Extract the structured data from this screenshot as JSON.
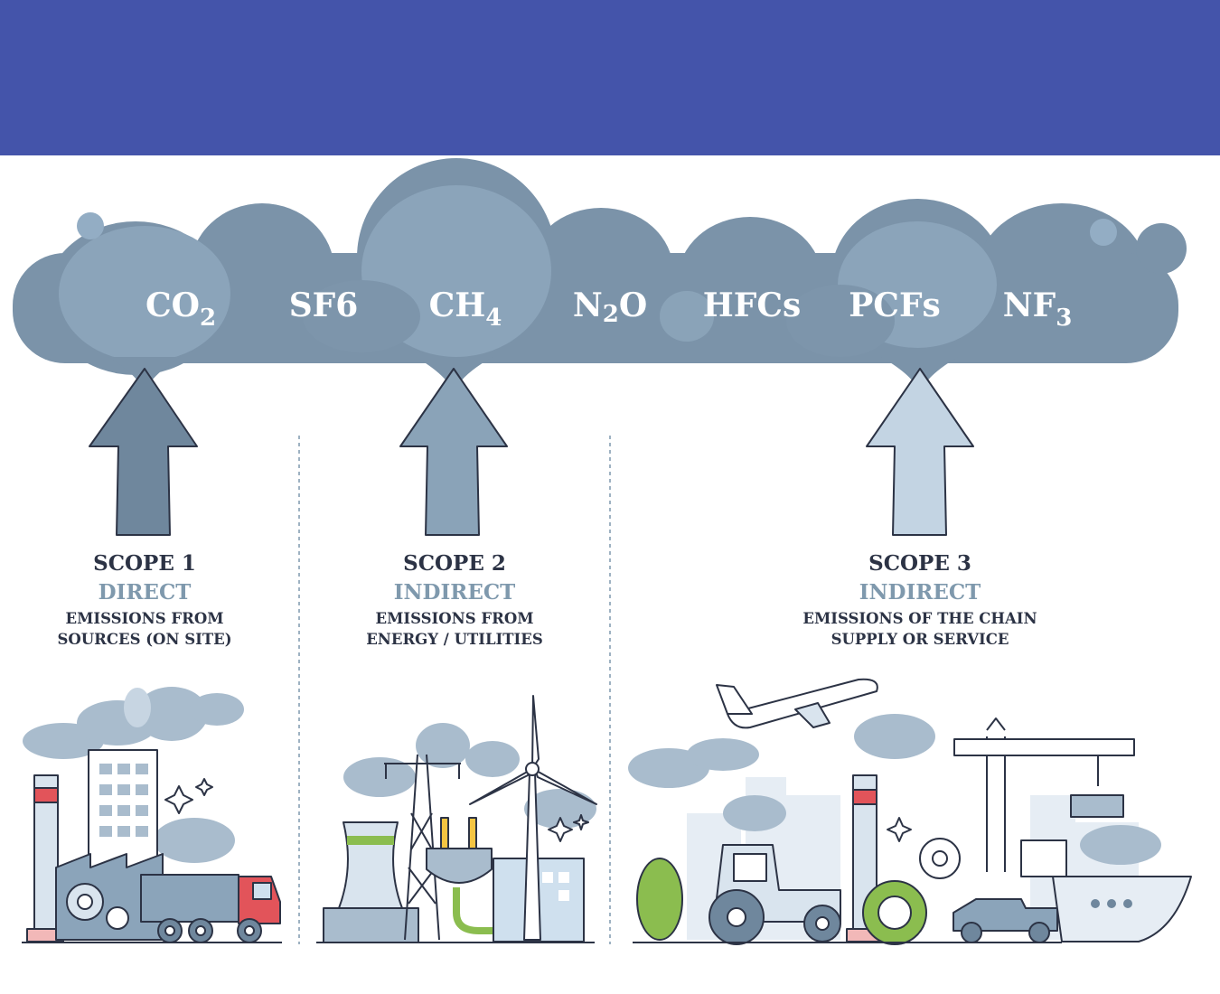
{
  "header": {
    "color": "#4454aa"
  },
  "gases": [
    {
      "base": "CO",
      "sub": "2"
    },
    {
      "base": "SF6",
      "sub": ""
    },
    {
      "base": "CH",
      "sub": "4"
    },
    {
      "base": "N",
      "sub": "2",
      "tail": "O"
    },
    {
      "base": "HFCs",
      "sub": ""
    },
    {
      "base": "PCFs",
      "sub": ""
    },
    {
      "base": "NF",
      "sub": "3"
    }
  ],
  "scopes": [
    {
      "title": "SCOPE 1",
      "kind": "DIRECT",
      "desc_line1": "EMISSIONS FROM",
      "desc_line2": "SOURCES (ON SITE)"
    },
    {
      "title": "SCOPE 2",
      "kind": "INDIRECT",
      "desc_line1": "EMISSIONS FROM",
      "desc_line2": "ENERGY / UTILITIES"
    },
    {
      "title": "SCOPE 3",
      "kind": "INDIRECT",
      "desc_line1": "EMISSIONS OF THE CHAIN",
      "desc_line2": "SUPPLY OR SERVICE"
    }
  ],
  "colors": {
    "cloud_dark": "#7d95ab",
    "cloud_light": "#93adc4",
    "arrow_dark": "#6f879d",
    "arrow_mid": "#8aa3b8",
    "arrow_light": "#c3d4e3",
    "outline": "#2c3345",
    "accent_red": "#e2545a",
    "accent_green": "#8bbd4f"
  }
}
